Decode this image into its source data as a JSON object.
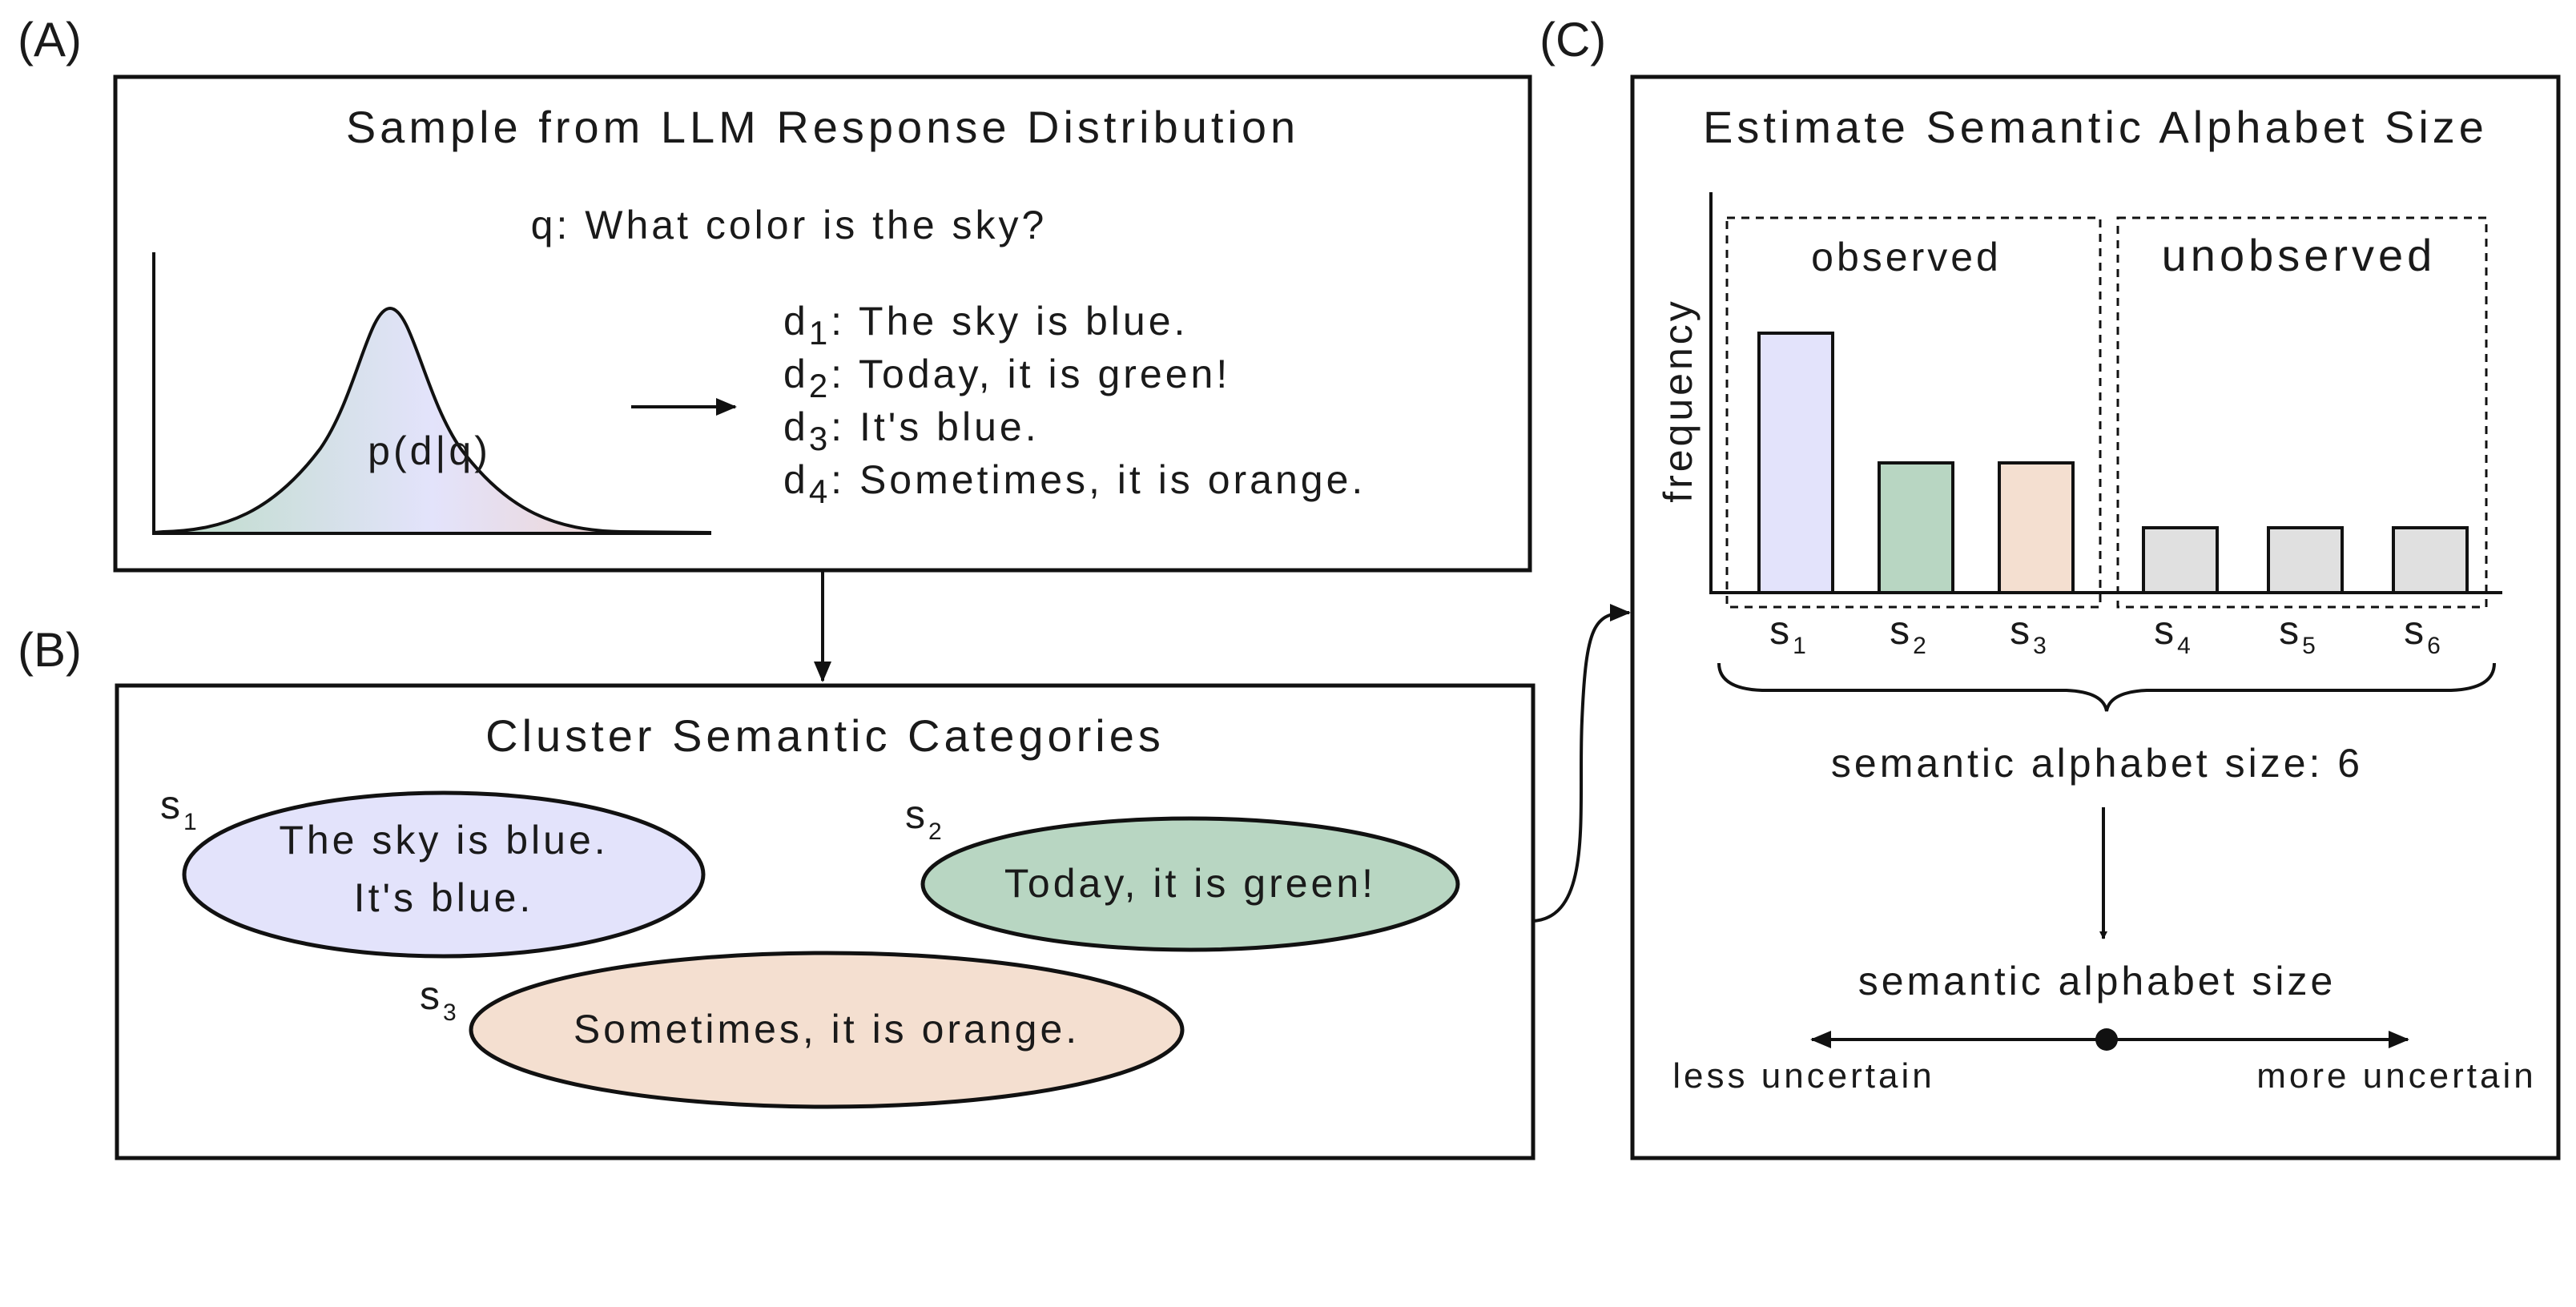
{
  "panels": {
    "a": {
      "label": "(A)",
      "title": "Sample from LLM Response Distribution",
      "question": "q: What color is the sky?",
      "curve_label": "p(d|q)",
      "responses": [
        {
          "id": "d",
          "sub": "1",
          "text": ": The sky is blue."
        },
        {
          "id": "d",
          "sub": "2",
          "text": ": Today, it is green!"
        },
        {
          "id": "d",
          "sub": "3",
          "text": ": It's blue."
        },
        {
          "id": "d",
          "sub": "4",
          "text": ": Sometimes, it is orange."
        }
      ]
    },
    "b": {
      "label": "(B)",
      "title": "Cluster Semantic Categories",
      "clusters": [
        {
          "id": "s",
          "sub": "1",
          "lines": [
            "The sky is blue.",
            "It's blue."
          ],
          "color": "#e3e3fb"
        },
        {
          "id": "s",
          "sub": "2",
          "lines": [
            "Today, it is green!"
          ],
          "color": "#b8d6c2"
        },
        {
          "id": "s",
          "sub": "3",
          "lines": [
            "Sometimes, it is orange."
          ],
          "color": "#f4dfd0"
        }
      ]
    },
    "c": {
      "label": "(C)",
      "title": "Estimate Semantic Alphabet Size",
      "observed_label": "observed",
      "unobserved_label": "unobserved",
      "size_text": "semantic alphabet size: 6",
      "scale_title": "semantic alphabet size",
      "less_label": "less uncertain",
      "more_label": "more uncertain"
    }
  },
  "chart_data": {
    "type": "bar",
    "ylabel": "frequency",
    "categories": [
      "s1",
      "s2",
      "s3",
      "s4",
      "s5",
      "s6"
    ],
    "category_id": "s",
    "category_subs": [
      "1",
      "2",
      "3",
      "4",
      "5",
      "6"
    ],
    "values": [
      4,
      2,
      2,
      1,
      1,
      1
    ],
    "colors": [
      "#e3e3fb",
      "#b8d6c2",
      "#f4dfd0",
      "#e0e0e0",
      "#e0e0e0",
      "#e0e0e0"
    ],
    "groups": [
      {
        "name": "observed",
        "members": [
          "s1",
          "s2",
          "s3"
        ]
      },
      {
        "name": "unobserved",
        "members": [
          "s4",
          "s5",
          "s6"
        ]
      }
    ]
  },
  "colors": {
    "curve_left": "#bcdcc7",
    "curve_mid": "#e3e3fb",
    "curve_right": "#f4cfc0"
  }
}
